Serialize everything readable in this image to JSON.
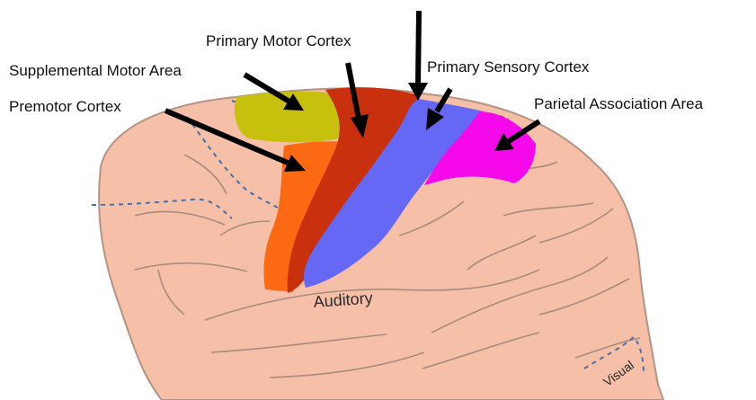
{
  "labels": {
    "supplemental_motor_area": "Supplemental Motor Area",
    "primary_motor_cortex": "Primary Motor Cortex",
    "primary_sensory_cortex": "Primary Sensory Cortex",
    "premotor_cortex": "Premotor Cortex",
    "parietal_association_area": "Parietal Association Area",
    "auditory": "Auditory",
    "visual": "Visual"
  },
  "colors": {
    "brain": "#f6bfa8",
    "brain_outline": "#b59484",
    "fold_line": "#a98b7d",
    "dashed_line": "#4f6f9f",
    "supplemental_motor_area": "#c7c10d",
    "primary_motor_cortex": "#c8300e",
    "premotor_cortex": "#fb6a12",
    "primary_sensory_cortex": "#6468f4",
    "parietal_association_area": "#f508ea",
    "arrow": "#000000"
  }
}
